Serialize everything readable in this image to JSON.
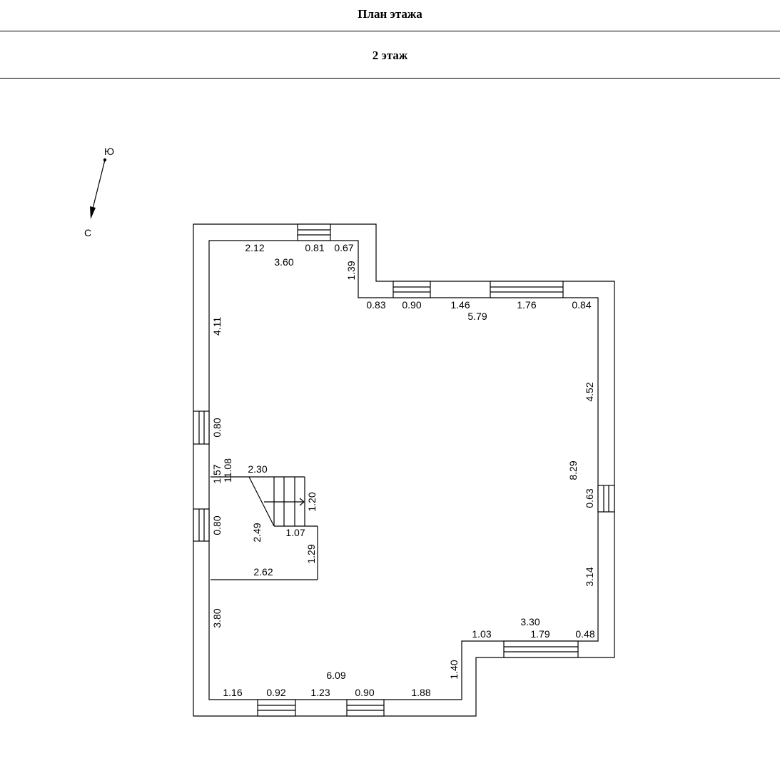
{
  "header": {
    "title": "План этажа",
    "floor": "2 этаж"
  },
  "compass": {
    "south": "Ю",
    "north": "С"
  },
  "dimensions": {
    "top_left_segment": "2.12",
    "top_window": "0.81",
    "top_right_segment": "0.67",
    "top_room_width": "3.60",
    "step_depth": "1.39",
    "upper_seg1": "0.83",
    "upper_window1": "0.90",
    "upper_seg2": "1.46",
    "upper_window2": "1.76",
    "upper_seg3": "0.84",
    "upper_total": "5.79",
    "left_upper": "4.11",
    "left_window1": "0.80",
    "left_mid": "1.57",
    "left_total": "11.08",
    "left_window2": "0.80",
    "left_lower": "3.80",
    "right_upper": "4.52",
    "right_total": "8.29",
    "right_window": "0.63",
    "right_lower": "3.14",
    "stair_width": "2.30",
    "stair_depth": "1.20",
    "stair_diag": "2.49",
    "stair_step": "1.07",
    "stair_lower": "1.29",
    "stair_base": "2.62",
    "br_total": "3.30",
    "br_seg1": "1.03",
    "br_window": "1.79",
    "br_seg2": "0.48",
    "bottom_total": "6.09",
    "bottom_step": "1.40",
    "bottom_seg1": "1.16",
    "bottom_window1": "0.92",
    "bottom_seg2": "1.23",
    "bottom_window2": "0.90",
    "bottom_seg3": "1.88"
  }
}
